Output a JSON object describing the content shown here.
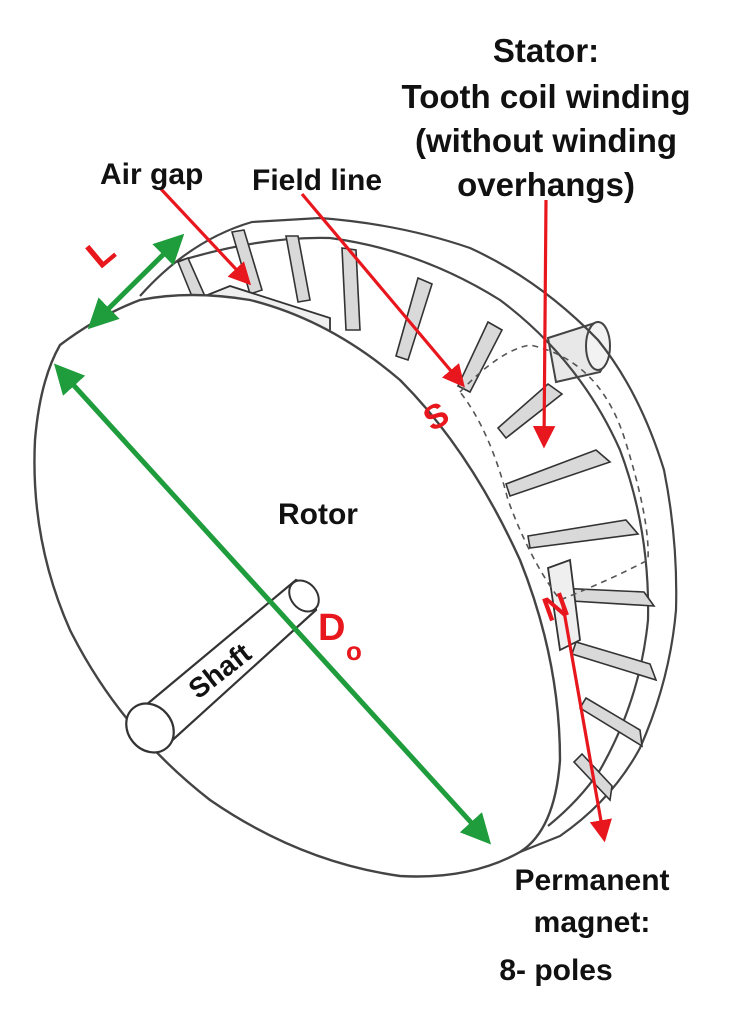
{
  "labels": {
    "stator_line1": "Stator:",
    "stator_line2": "Tooth coil winding",
    "stator_line3": "(without winding",
    "stator_line4": "overhangs)",
    "air_gap": "Air gap",
    "field_line": "Field line",
    "rotor": "Rotor",
    "shaft": "Shaft",
    "length": "L",
    "diameter": "D",
    "diameter_sub": "o",
    "pole_s": "S",
    "pole_n": "N",
    "magnet_line1": "Permanent",
    "magnet_line2": "magnet:",
    "magnet_line3": "8- poles"
  },
  "colors": {
    "pointer_red": "#e8171d",
    "dimension_green": "#1f9c3c",
    "outline": "#444444",
    "text": "#111111"
  }
}
